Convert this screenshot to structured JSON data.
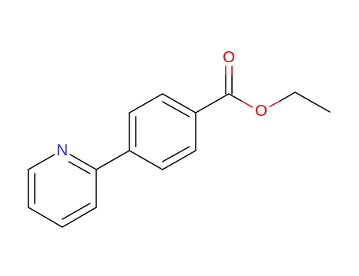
{
  "molecule": {
    "atoms": {
      "nitrogen": {
        "symbol": "N",
        "color": "#2b2bb8"
      },
      "carbonyl_oxygen": {
        "symbol": "O",
        "color": "#e00000"
      },
      "ester_oxygen": {
        "symbol": "O",
        "color": "#e00000"
      }
    },
    "bond_color": "#000000"
  }
}
